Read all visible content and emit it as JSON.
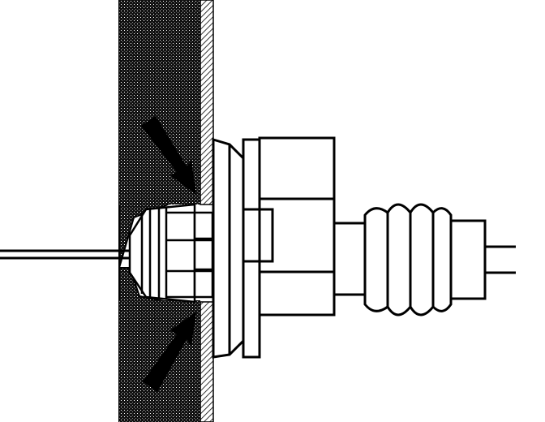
{
  "diagram": {
    "colors": {
      "ink": "#000000",
      "paper": "#ffffff",
      "panel_fill": "#1a1a1a"
    },
    "parts": [
      "panel",
      "cable-left",
      "grommet-cone",
      "clip-tabs",
      "mounting-flange",
      "connector-housing",
      "bellows-boot",
      "cable-right",
      "arrow-upper",
      "arrow-lower"
    ]
  }
}
